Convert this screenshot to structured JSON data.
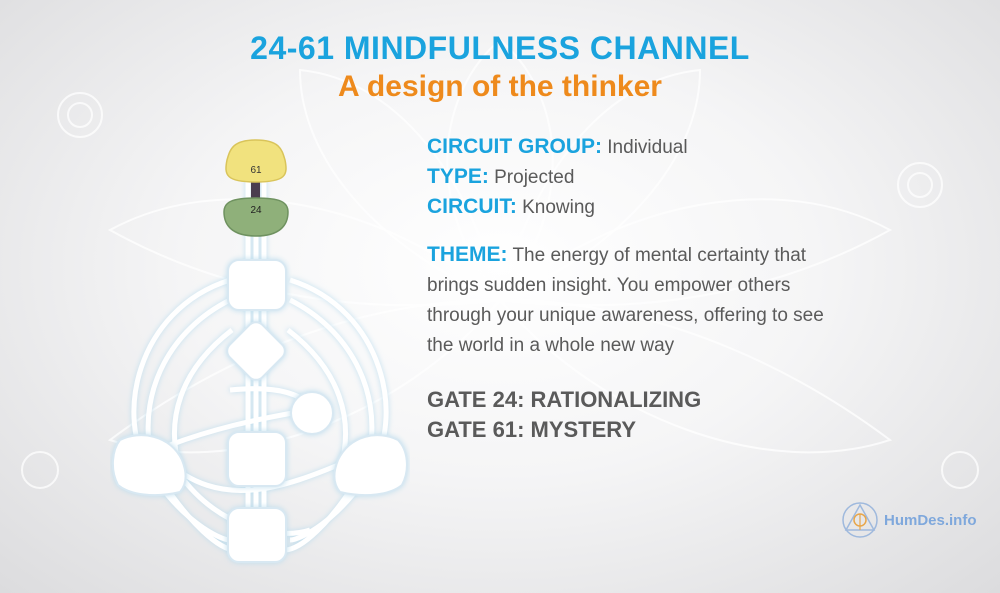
{
  "title": "24-61 MINDFULNESS CHANNEL",
  "subtitle": "A design of the thinker",
  "info": {
    "circuit_group_label": "CIRCUIT GROUP:",
    "circuit_group_value": "Individual",
    "type_label": "TYPE:",
    "type_value": "Projected",
    "circuit_label": "CIRCUIT:",
    "circuit_value": "Knowing",
    "theme_label": "THEME:",
    "theme_text": "The energy of mental certainty that brings sudden insight. You empower others through your unique awareness, offering to see the world in a whole new way"
  },
  "gates": [
    "GATE 24: RATIONALIZING",
    "GATE 61: MYSTERY"
  ],
  "bodygraph": {
    "head_gate": "61",
    "ajna_gate": "24",
    "colors": {
      "head": "#f1e27e",
      "ajna": "#8fb07a",
      "channel": "#4a3d4f",
      "centers": "#ffffff"
    }
  },
  "logo": {
    "text": "HumDes.info"
  },
  "colors": {
    "title": "#1aa3de",
    "subtitle": "#ee8a1c",
    "label": "#1aa3de",
    "body_text": "#5a5a5a"
  }
}
